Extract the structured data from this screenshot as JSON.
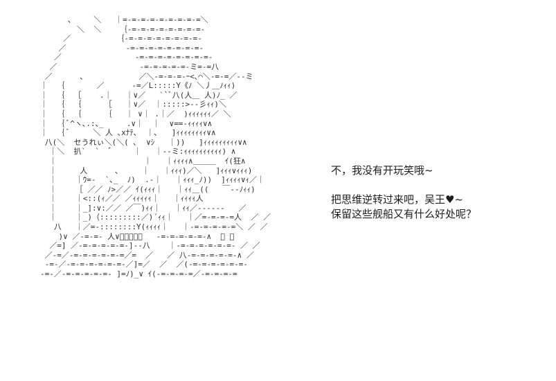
{
  "scene": {
    "background_color": "#ffffff",
    "text_color": "#1c1c1c",
    "art_color": "#2b2b2b"
  },
  "ascii_art": {
    "label": "shift-jis-character-art",
    "content": "      、    ＼   ｜=-=-=-=-=-=-=-=-=＼\n        ＼  ＼    ｛-=-=-=-=-=-=-=-=-\n     ／          ｛-=-=-=-=-=-=-=-=-\n    ／             -=-=-=-=-=-=-=-=-\n   ／                -=-=-=-=-=-=-=-=-\n  ／                  -=-=-=-=-=-ミ=-=八\n ／      ､            ／＼-=-=-=-ｰ<､⌒＼-=-=／--ミ\n｜  ｛       ／      -=／L:::::Y《ﾉ ＼丿＿ﾉｨｨ)\n｜  ｛  ［    .｜   ｜∨／   ``ﾞ八(人＿ 人)ﾉ_ ／\n｜  ｛  ｛     ［   ｜∨／  ｜:::::>--彡ｨｨ)＼\n｜  ｛  ｛     ｛   ｜ ∨｜ .｜／  )ｨｨｨｨｨｨ／ ＼\n｜  ｛ ﾞ^ヽ､.:､_     .∨｜  ｜  ∨==-ｨｨｨｨ∨∧\n｜  ｛ ﾞ     ＼ 人 ､xﾅﾃ､  ｜､   ]ｨｨｨｨｨｨｨｨ∨∧\n 八(＼  セうれぃ＼(＼( ､  ∨ｼ   ｜))   ]ｨｨｨｨｨｨｨｨｨ∨∧\n  ｜＼  扒`  `   ゙゙     ｜   ｜--ミ:ｨｨｨｨｨｨｨｨｨｨ) ∧\n  ｜                   ｜   ｜ｨｨｨｨ∧＿＿＿  ｲ(狂∧\n  ｜     人      ､     ｜   ｜ｨｨｨ)／＼   ]ｨｨｨ∨ｨｨｨ)\n  ｜    ｜ｳ=-  `､_  ﾉ)  .-｜   ｜ｨｨｨ_ﾉ))  ]ｨｨｨｨ∨ｨ／｜\n  ｜    ［ ／／ ﾉ>／／ ｲ(ｨｨｨ｜   ｜ｨｨ＿((   ￣--ﾉｨｨ)\n  ｜    ｜<::(ｨ／／ ／ｨｨｨｨｨ｜   ｜ｨｨｨｨ人\n  ｜    ｜_]:∨:／／ ／￣)ｨｨ｜   ｜ｨｨ／------   ／\n  ｜    ｜_)（:::::::::／)´ｨｨ｜   ｜／=-=-=-=人  ／ ／\n   八   ｜／=-::::::::Y(ｨｨｨｨ｜   ｜-=-=-=-=-=＼ ／ ／\n    )∨ ／-=-=- 人∨゙゙゙゙｜   -=-=-=-=-=-∧  ／ ／\n  ／=] ／-=-=-=-=-=-]--八    ｜-=-=-=-=-=-=- ／ ／\n ／-=／-=-=-=-=-=-=／=  ／   ／ 八-=-=-=-=-=-∧ ／\n -=-／-=-=-=-=-=-=-／]=／  ／  ／(-=-=-=-=-=-=-\n-=-／-=-=-=-=-=- ]=ﾉ)_∨ ｲ(-=-=-=-=／-=-=-=-="
  },
  "dialogue": {
    "line1": "不，我没有开玩笑哦~",
    "line2": "把思维逆转过来吧，吴王♥~",
    "line3": "保留这些舰船又有什么好处呢？"
  }
}
